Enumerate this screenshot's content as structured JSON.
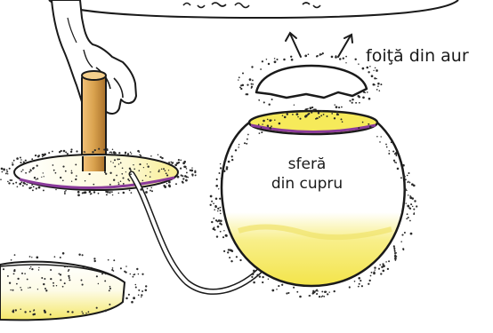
{
  "labels": {
    "gold_foil": "foiţă din aur",
    "copper_sphere_line1": "sferă",
    "copper_sphere_line2": "din cupru"
  },
  "colors": {
    "outline": "#1a1a1a",
    "yellow": "#f6ea5a",
    "pale_yellow": "#fbf5b5",
    "wood": "#d9a24e",
    "wood_shadow": "#a9702a",
    "purple_rim": "#8a3a9a",
    "dust": "#2a2a2a"
  },
  "icons": {
    "hand": "hand-holding-rod-icon",
    "rod": "insulating-rod-icon",
    "disc": "charged-disc-icon",
    "sphere": "copper-sphere-icon",
    "foil": "gold-foil-icon",
    "arrows": "upward-arrows-icon",
    "cable": "connecting-wire-icon"
  }
}
